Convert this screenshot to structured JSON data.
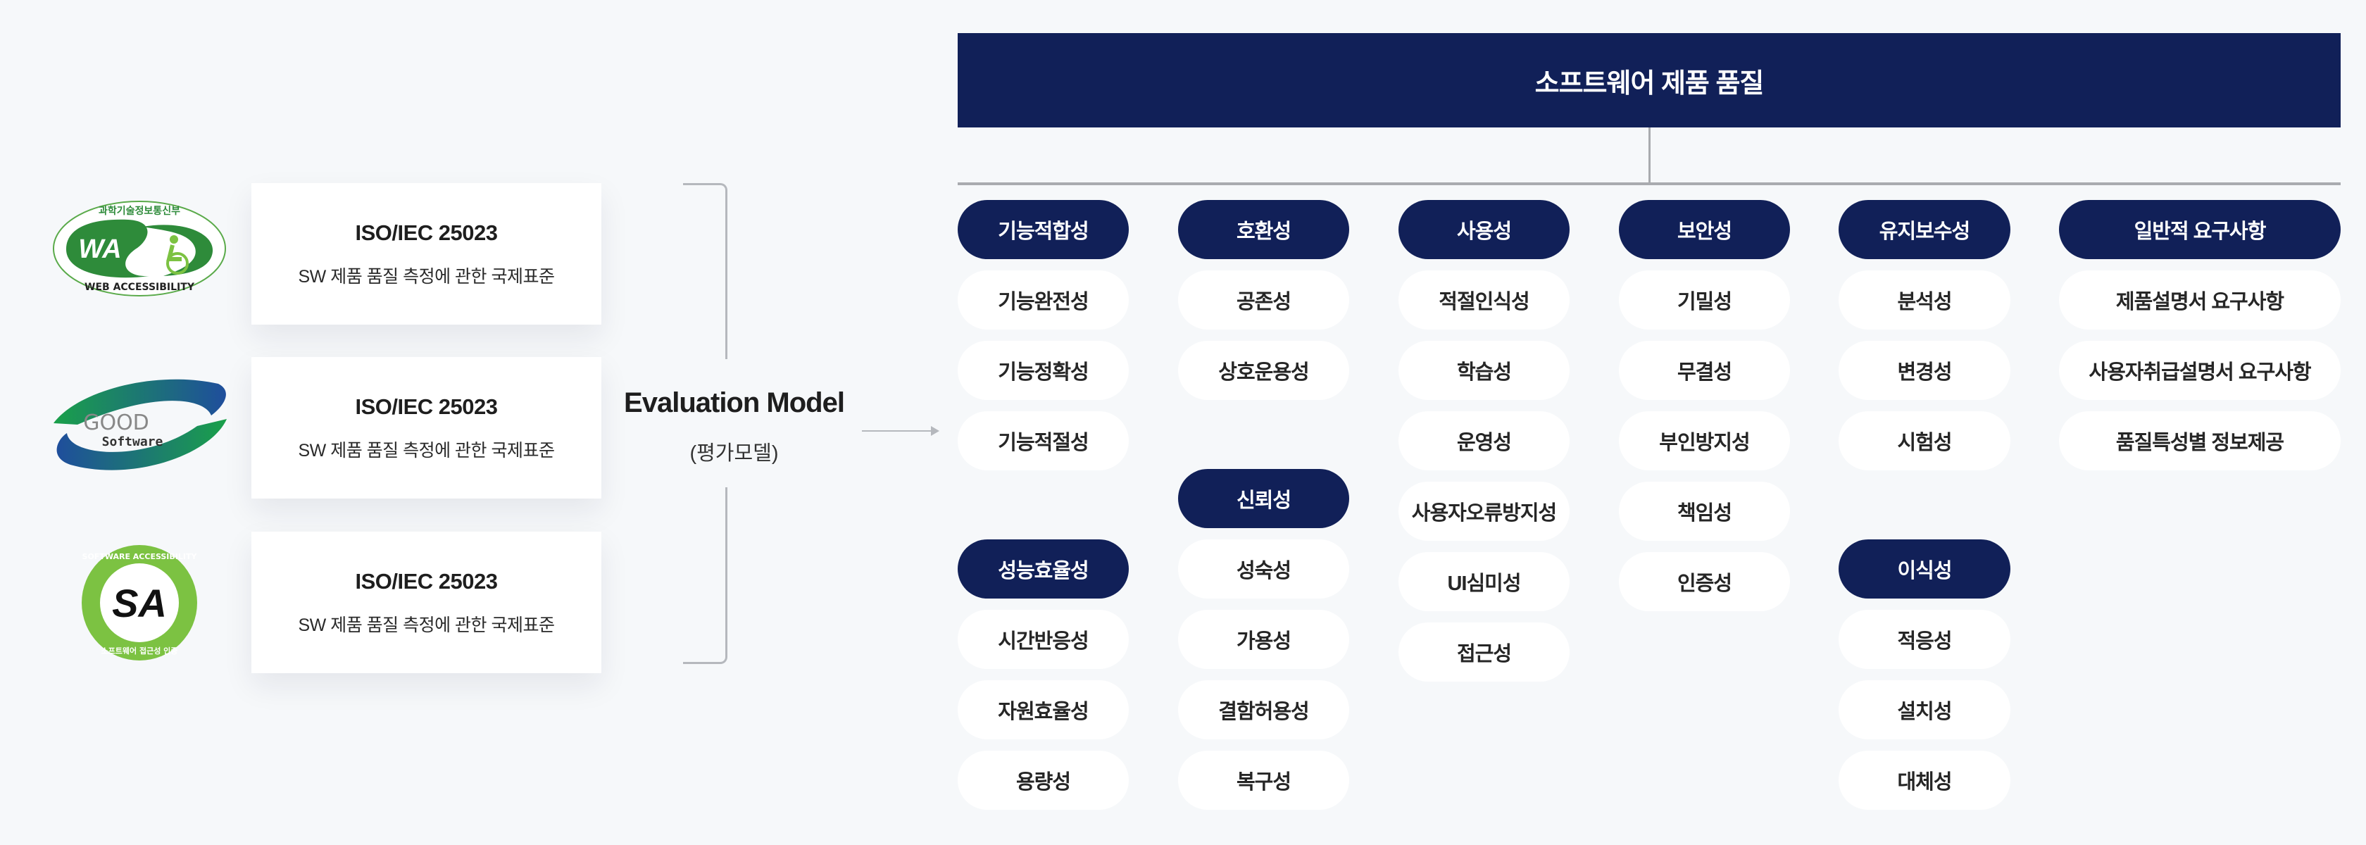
{
  "certifications": [
    {
      "logo": "web-accessibility-logo",
      "logo_text": [
        "과학기술정보통신부",
        "WA",
        "WEB ACCESSIBILITY"
      ],
      "title": "ISO/IEC 25023",
      "description": "SW 제품 품질 측정에 관한 국제표준"
    },
    {
      "logo": "good-software-logo",
      "logo_text": [
        "GOOD",
        "Software"
      ],
      "title": "ISO/IEC 25023",
      "description": "SW 제품 품질 측정에 관한 국제표준"
    },
    {
      "logo": "software-accessibility-logo",
      "logo_text": [
        "SOFTWARE ACCESSIBILITY",
        "SA",
        "소프트웨어 접근성 인증"
      ],
      "title": "ISO/IEC 25023",
      "description": "SW 제품 품질 측정에 관한 국제표준"
    }
  ],
  "evaluation": {
    "title": "Evaluation Model",
    "subtitle": "(평가모델)"
  },
  "quality": {
    "title": "소프트웨어 제품 품질",
    "columns": [
      {
        "groups": [
          {
            "title": "기능적합성",
            "items": [
              "기능완전성",
              "기능정확성",
              "기능적절성"
            ]
          },
          {
            "title": "성능효율성",
            "items": [
              "시간반응성",
              "자원효율성",
              "용량성"
            ]
          }
        ]
      },
      {
        "groups": [
          {
            "title": "호환성",
            "items": [
              "공존성",
              "상호운용성"
            ]
          },
          {
            "title": "신뢰성",
            "items": [
              "성숙성",
              "가용성",
              "결함허용성",
              "복구성"
            ]
          }
        ]
      },
      {
        "groups": [
          {
            "title": "사용성",
            "items": [
              "적절인식성",
              "학습성",
              "운영성",
              "사용자오류방지성",
              "UI심미성",
              "접근성"
            ]
          }
        ]
      },
      {
        "groups": [
          {
            "title": "보안성",
            "items": [
              "기밀성",
              "무결성",
              "부인방지성",
              "책임성",
              "인증성"
            ]
          }
        ]
      },
      {
        "groups": [
          {
            "title": "유지보수성",
            "items": [
              "분석성",
              "변경성",
              "시험성"
            ]
          },
          {
            "title": "이식성",
            "items": [
              "적응성",
              "설치성",
              "대체성"
            ]
          }
        ]
      },
      {
        "groups": [
          {
            "title": "일반적 요구사항",
            "items": [
              "제품설명서 요구사항",
              "사용자취급설명서 요구사항",
              "품질특성별 정보제공"
            ]
          }
        ]
      }
    ]
  },
  "colors": {
    "navy": "#112058",
    "background": "#f6f8fa",
    "wa_green": "#2e8b3a",
    "sa_green": "#7cc242",
    "good_blue": "#1f4e9c"
  }
}
